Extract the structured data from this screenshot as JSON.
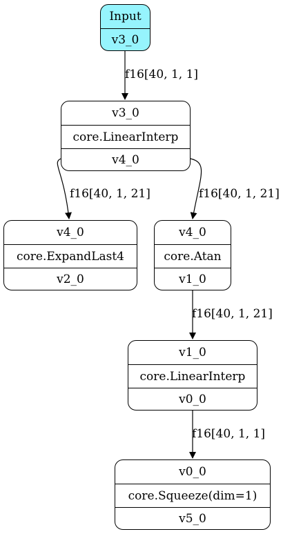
{
  "nodes": {
    "input": {
      "rows": [
        "Input",
        "v3_0"
      ],
      "fill": "#96f4fd"
    },
    "interp1": {
      "rows": [
        "v3_0",
        "core.LinearInterp",
        "v4_0"
      ]
    },
    "expandlast": {
      "rows": [
        "v4_0",
        "core.ExpandLast4",
        "v2_0"
      ]
    },
    "atan": {
      "rows": [
        "v4_0",
        "core.Atan",
        "v1_0"
      ]
    },
    "interp2": {
      "rows": [
        "v1_0",
        "core.LinearInterp",
        "v0_0"
      ]
    },
    "squeeze": {
      "rows": [
        "v0_0",
        "core.Squeeze(dim=1)",
        "v5_0"
      ]
    }
  },
  "edges": {
    "input_to_interp1": "f16[40, 1, 1]",
    "interp1_to_expandlast": "f16[40, 1, 21]",
    "interp1_to_atan": "f16[40, 1, 21]",
    "atan_to_interp2": "f16[40, 1, 21]",
    "interp2_to_squeeze": "f16[40, 1, 1]"
  }
}
